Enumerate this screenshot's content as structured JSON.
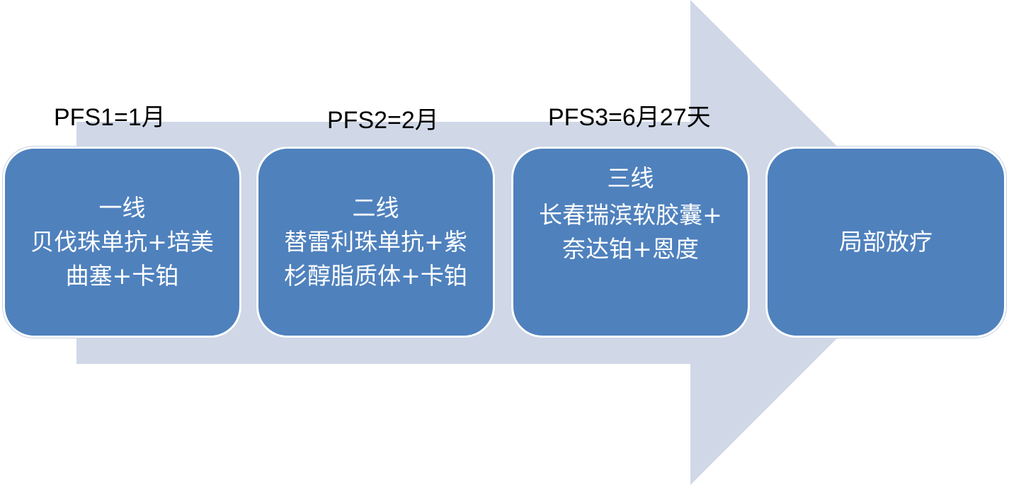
{
  "colors": {
    "arrow": "#d0d8e8",
    "box_fill": "#4f81bd",
    "box_border": "#ffffff",
    "text_box": "#ffffff",
    "text_label": "#000000"
  },
  "pfs_labels": [
    "PFS1=1月",
    "PFS2=2月",
    "PFS3=6月27天"
  ],
  "stages": [
    {
      "title": "一线",
      "lines": [
        "贝伐珠单抗+培美",
        "曲塞+卡铂"
      ]
    },
    {
      "title": "二线",
      "lines": [
        "替雷利珠单抗+紫",
        "杉醇脂质体+卡铂"
      ]
    },
    {
      "title": "三线",
      "lines": [
        "长春瑞滨软胶囊+",
        "奈达铂+恩度"
      ]
    },
    {
      "title": "局部放疗",
      "lines": []
    }
  ]
}
